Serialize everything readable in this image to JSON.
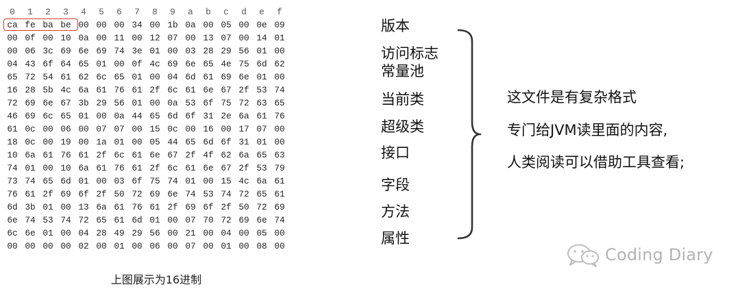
{
  "hex_dump": {
    "header": [
      "0",
      "1",
      "2",
      "3",
      "4",
      "5",
      "6",
      "7",
      "8",
      "9",
      "a",
      "b",
      "c",
      "d",
      "e",
      "f"
    ],
    "rows": [
      [
        "ca",
        "fe",
        "ba",
        "be",
        "00",
        "00",
        "00",
        "34",
        "00",
        "1b",
        "0a",
        "00",
        "05",
        "00",
        "0e",
        "09"
      ],
      [
        "00",
        "0f",
        "00",
        "10",
        "0a",
        "00",
        "11",
        "00",
        "12",
        "07",
        "00",
        "13",
        "07",
        "00",
        "14",
        "01"
      ],
      [
        "00",
        "06",
        "3c",
        "69",
        "6e",
        "69",
        "74",
        "3e",
        "01",
        "00",
        "03",
        "28",
        "29",
        "56",
        "01",
        "00"
      ],
      [
        "04",
        "43",
        "6f",
        "64",
        "65",
        "01",
        "00",
        "0f",
        "4c",
        "69",
        "6e",
        "65",
        "4e",
        "75",
        "6d",
        "62"
      ],
      [
        "65",
        "72",
        "54",
        "61",
        "62",
        "6c",
        "65",
        "01",
        "00",
        "04",
        "6d",
        "61",
        "69",
        "6e",
        "01",
        "00"
      ],
      [
        "16",
        "28",
        "5b",
        "4c",
        "6a",
        "61",
        "76",
        "61",
        "2f",
        "6c",
        "61",
        "6e",
        "67",
        "2f",
        "53",
        "74"
      ],
      [
        "72",
        "69",
        "6e",
        "67",
        "3b",
        "29",
        "56",
        "01",
        "00",
        "0a",
        "53",
        "6f",
        "75",
        "72",
        "63",
        "65"
      ],
      [
        "46",
        "69",
        "6c",
        "65",
        "01",
        "00",
        "0a",
        "44",
        "65",
        "6d",
        "6f",
        "31",
        "2e",
        "6a",
        "61",
        "76"
      ],
      [
        "61",
        "0c",
        "00",
        "06",
        "00",
        "07",
        "07",
        "00",
        "15",
        "0c",
        "00",
        "16",
        "00",
        "17",
        "07",
        "00"
      ],
      [
        "18",
        "0c",
        "00",
        "19",
        "00",
        "1a",
        "01",
        "00",
        "05",
        "44",
        "65",
        "6d",
        "6f",
        "31",
        "01",
        "00"
      ],
      [
        "10",
        "6a",
        "61",
        "76",
        "61",
        "2f",
        "6c",
        "61",
        "6e",
        "67",
        "2f",
        "4f",
        "62",
        "6a",
        "65",
        "63"
      ],
      [
        "74",
        "01",
        "00",
        "10",
        "6a",
        "61",
        "76",
        "61",
        "2f",
        "6c",
        "61",
        "6e",
        "67",
        "2f",
        "53",
        "79"
      ],
      [
        "73",
        "74",
        "65",
        "6d",
        "01",
        "00",
        "03",
        "6f",
        "75",
        "74",
        "01",
        "00",
        "15",
        "4c",
        "6a",
        "61"
      ],
      [
        "76",
        "61",
        "2f",
        "69",
        "6f",
        "2f",
        "50",
        "72",
        "69",
        "6e",
        "74",
        "53",
        "74",
        "72",
        "65",
        "61"
      ],
      [
        "6d",
        "3b",
        "01",
        "00",
        "13",
        "6a",
        "61",
        "76",
        "61",
        "2f",
        "69",
        "6f",
        "2f",
        "50",
        "72",
        "69"
      ],
      [
        "6e",
        "74",
        "53",
        "74",
        "72",
        "65",
        "61",
        "6d",
        "01",
        "00",
        "07",
        "70",
        "72",
        "69",
        "6e",
        "74"
      ],
      [
        "6c",
        "6e",
        "01",
        "00",
        "04",
        "28",
        "49",
        "29",
        "56",
        "00",
        "21",
        "00",
        "04",
        "00",
        "05",
        "00"
      ],
      [
        "00",
        "00",
        "00",
        "00",
        "02",
        "00",
        "01",
        "00",
        "06",
        "00",
        "07",
        "00",
        "01",
        "00",
        "08",
        "00"
      ]
    ],
    "caption": "上图展示为16进制",
    "highlight_color": "#d93a2e"
  },
  "sections": [
    "版本",
    "访问标志",
    "常量池",
    "当前类",
    "超级类",
    "接口",
    "字段",
    "方法",
    "属性"
  ],
  "description": {
    "lines": [
      "这文件是有复杂格式",
      "专门给JVM读里面的内容,",
      "人类阅读可以借助工具查看;"
    ]
  },
  "watermark": {
    "icon": "wechat-icon",
    "text": "Coding Diary"
  }
}
